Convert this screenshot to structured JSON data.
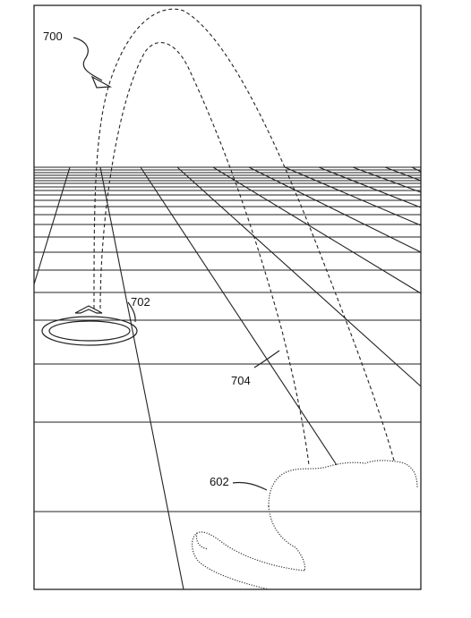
{
  "labels": {
    "trajectory": "700",
    "target_ring": "702",
    "arc_path": "704",
    "hand": "602"
  }
}
